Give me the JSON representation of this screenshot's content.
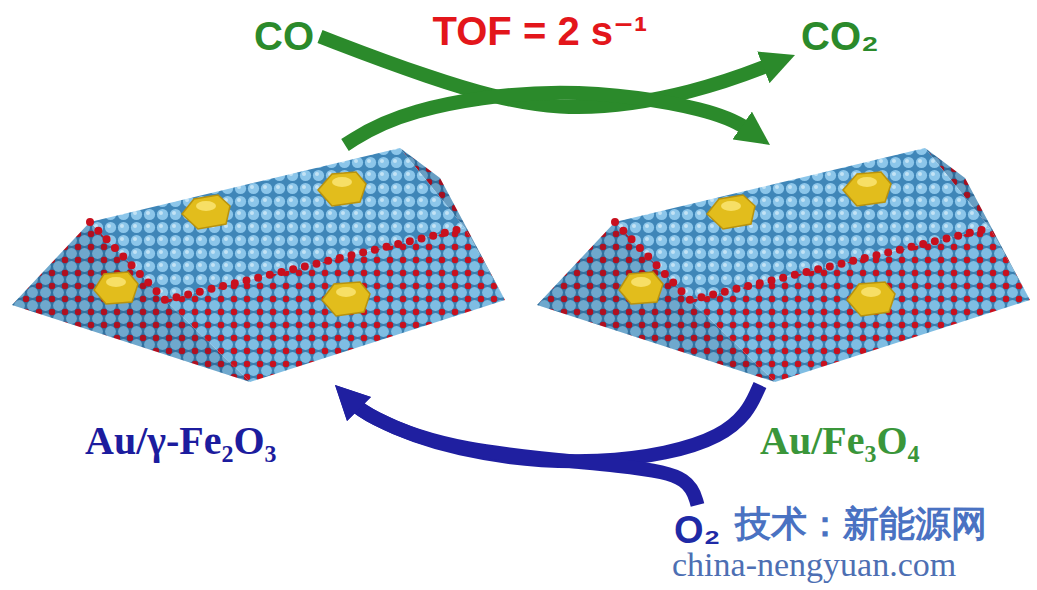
{
  "diagram": {
    "nodes": [
      {
        "text": [
          "CO"
        ]
      },
      {
        "text": [
          "CO₂"
        ]
      },
      {
        "text": [
          "Au/γ-Fe₂O₃"
        ]
      },
      {
        "text": [
          "Au/Fe₃O₄"
        ]
      },
      {
        "text": [
          "O₂"
        ]
      }
    ],
    "edges": [
      {
        "from": 0,
        "to": 1,
        "label": "TOF = 2 s⁻¹",
        "arrow": "to"
      },
      {
        "from": 2,
        "to": 3,
        "arrow": "to"
      },
      {
        "from": 3,
        "to": 2,
        "arrow": "to"
      },
      {
        "from": 4,
        "to": 2,
        "arrow": "to"
      }
    ],
    "labels": [
      "技术：新能源网",
      "china-nengyuan.com"
    ]
  }
}
